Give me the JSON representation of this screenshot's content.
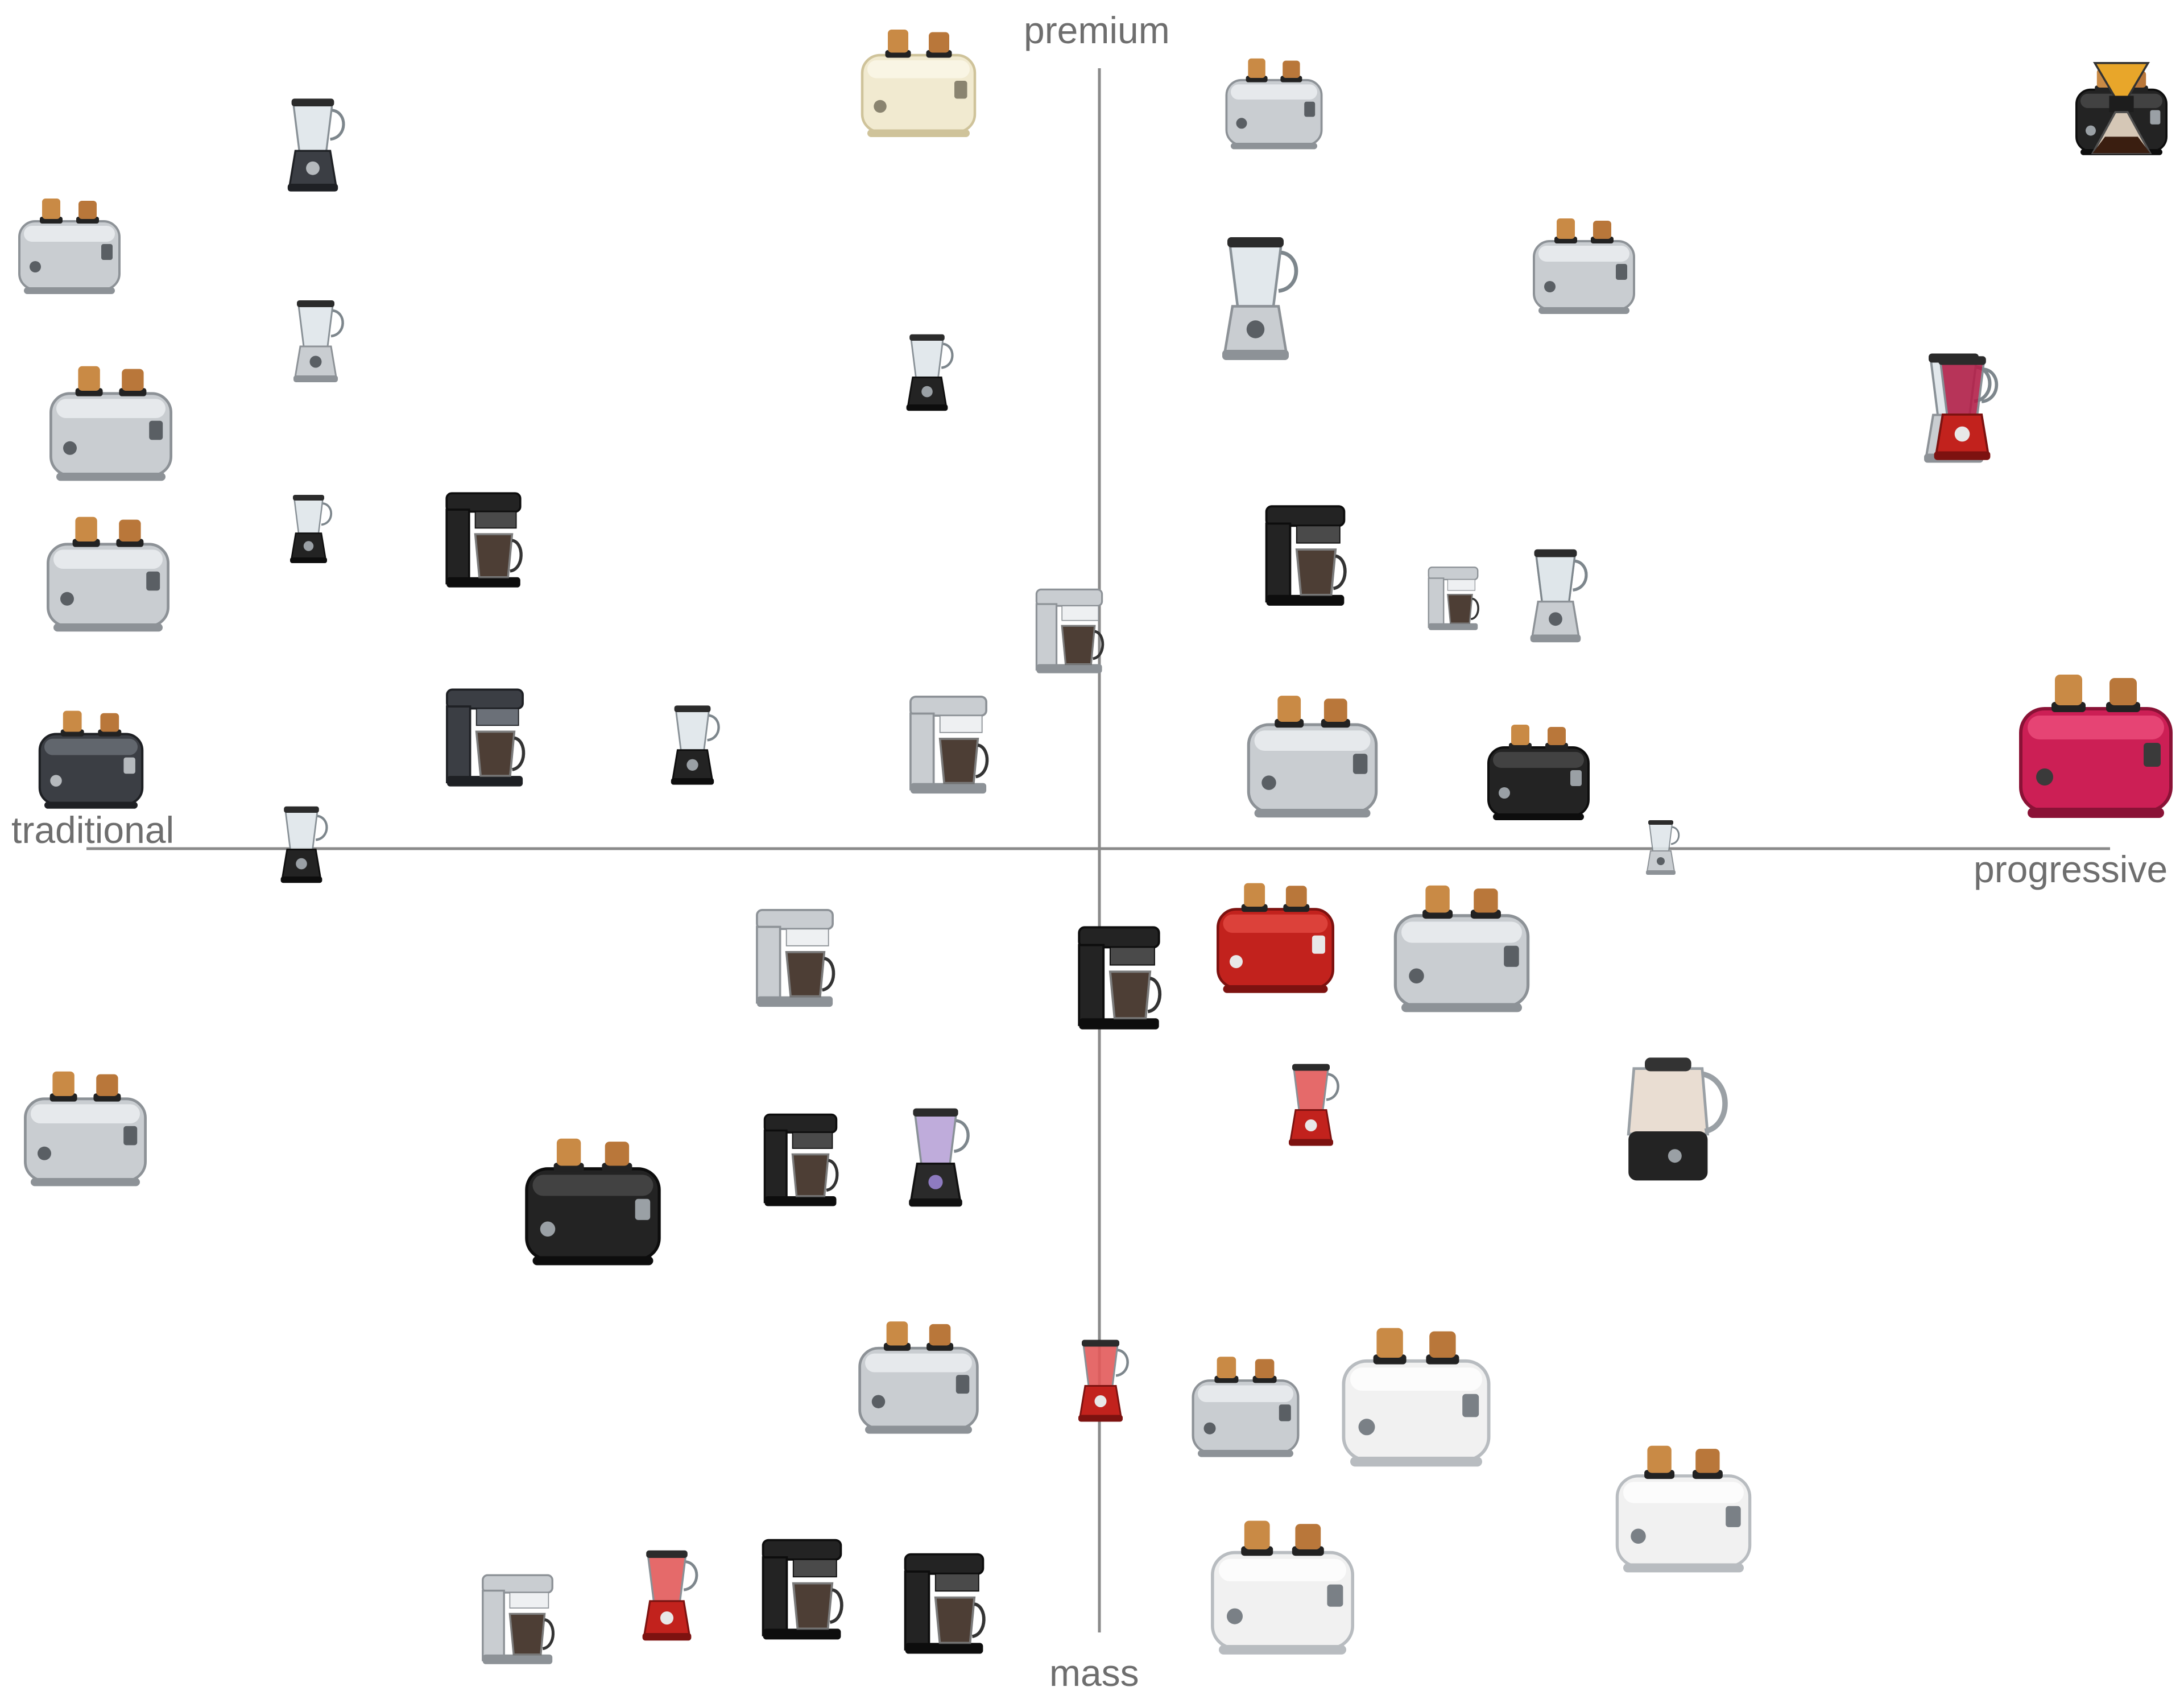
{
  "axes": {
    "top": "premium",
    "bottom": "mass",
    "left": "traditional",
    "right": "progressive"
  },
  "colors": {
    "axis_line": "#8a8a8a",
    "axis_text": "#6e6e6e",
    "red_accent": "#c2221d",
    "pink_accent": "#cc1f55",
    "chrome": "#c9cdd1",
    "black_body": "#1e1e1e"
  },
  "products": [
    {
      "kind": "toaster",
      "style": "chrome",
      "q": "premium-traditional"
    },
    {
      "kind": "blender",
      "style": "dark",
      "q": "premium-traditional"
    },
    {
      "kind": "toaster",
      "style": "chrome",
      "q": "premium-traditional"
    },
    {
      "kind": "blender",
      "style": "chrome",
      "q": "premium-traditional"
    },
    {
      "kind": "toaster",
      "style": "chrome",
      "q": "premium-traditional"
    },
    {
      "kind": "blender",
      "style": "black",
      "q": "premium-traditional"
    },
    {
      "kind": "toaster",
      "style": "dark",
      "q": "premium-traditional"
    },
    {
      "kind": "coffee",
      "style": "black",
      "q": "premium-traditional"
    },
    {
      "kind": "toaster",
      "style": "cream",
      "q": "premium-traditional"
    },
    {
      "kind": "coffee",
      "style": "dark",
      "q": "premium-traditional"
    },
    {
      "kind": "blender",
      "style": "black",
      "q": "premium-traditional"
    },
    {
      "kind": "blender",
      "style": "black",
      "q": "premium-traditional"
    },
    {
      "kind": "coffee",
      "style": "chrome",
      "q": "premium-traditional"
    },
    {
      "kind": "coffee",
      "style": "chrome",
      "q": "premium-traditional"
    },
    {
      "kind": "blender",
      "style": "black",
      "q": "premium-traditional"
    },
    {
      "kind": "toaster",
      "style": "chrome",
      "q": "premium-traditional"
    },
    {
      "kind": "blender",
      "style": "chrome",
      "q": "premium-progressive"
    },
    {
      "kind": "blender",
      "style": "chrome",
      "q": "premium-progressive"
    },
    {
      "kind": "blender",
      "style": "chrome",
      "q": "premium-progressive"
    },
    {
      "kind": "toaster",
      "style": "chrome",
      "q": "premium-progressive"
    },
    {
      "kind": "toaster",
      "style": "chrome",
      "q": "premium-progressive"
    },
    {
      "kind": "coffee",
      "style": "black",
      "q": "premium-progressive"
    },
    {
      "kind": "coffee",
      "style": "chrome",
      "q": "premium-progressive"
    },
    {
      "kind": "blender",
      "style": "chrome",
      "q": "premium-progressive"
    },
    {
      "kind": "toaster",
      "style": "black",
      "q": "premium-progressive"
    },
    {
      "kind": "toaster",
      "style": "black",
      "q": "premium-progressive"
    },
    {
      "kind": "blender",
      "style": "chrome",
      "q": "premium-progressive"
    },
    {
      "kind": "pourover",
      "style": "chrome",
      "q": "premium-progressive"
    },
    {
      "kind": "blender",
      "style": "red",
      "q": "premium-progressive"
    },
    {
      "kind": "toaster",
      "style": "pink",
      "q": "premium-progressive"
    },
    {
      "kind": "toaster",
      "style": "chrome",
      "q": "mass-traditional"
    },
    {
      "kind": "coffee",
      "style": "chrome",
      "q": "mass-traditional"
    },
    {
      "kind": "toaster",
      "style": "black",
      "q": "mass-traditional"
    },
    {
      "kind": "coffee",
      "style": "black",
      "q": "mass-traditional"
    },
    {
      "kind": "blender",
      "style": "purple",
      "q": "mass-traditional"
    },
    {
      "kind": "toaster",
      "style": "chrome",
      "q": "mass-traditional"
    },
    {
      "kind": "coffee",
      "style": "chrome",
      "q": "mass-traditional"
    },
    {
      "kind": "blender",
      "style": "red",
      "q": "mass-traditional"
    },
    {
      "kind": "coffee",
      "style": "black",
      "q": "mass-traditional"
    },
    {
      "kind": "coffee",
      "style": "black",
      "q": "mass-traditional"
    },
    {
      "kind": "coffee",
      "style": "black",
      "q": "mass-progressive"
    },
    {
      "kind": "toaster",
      "style": "red",
      "q": "mass-progressive"
    },
    {
      "kind": "toaster",
      "style": "chrome",
      "q": "mass-progressive"
    },
    {
      "kind": "blender",
      "style": "red",
      "q": "mass-progressive"
    },
    {
      "kind": "kettle",
      "style": "black",
      "q": "mass-progressive"
    },
    {
      "kind": "blender",
      "style": "red",
      "q": "mass-progressive"
    },
    {
      "kind": "toaster",
      "style": "chrome",
      "q": "mass-progressive"
    },
    {
      "kind": "toaster",
      "style": "white",
      "q": "mass-progressive"
    },
    {
      "kind": "toaster",
      "style": "white",
      "q": "mass-progressive"
    },
    {
      "kind": "toaster",
      "style": "white",
      "q": "mass-progressive"
    }
  ]
}
